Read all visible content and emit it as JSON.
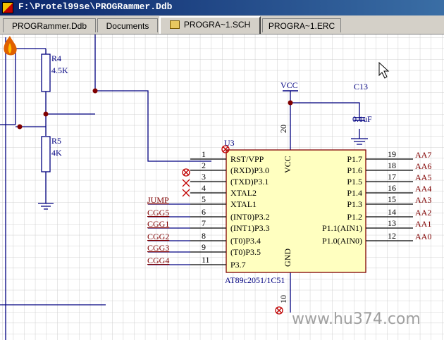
{
  "window": {
    "title": "F:\\Protel99se\\PROGRammer.Ddb"
  },
  "tabs": [
    {
      "label": "PROGRammer.Ddb",
      "active": false
    },
    {
      "label": "Documents",
      "active": false
    },
    {
      "label": "PROGRA~1.SCH",
      "active": true
    },
    {
      "label": "PROGRA~1.ERC",
      "active": false
    }
  ],
  "schematic": {
    "r4": {
      "ref": "R4",
      "value": "4.5K"
    },
    "r5": {
      "ref": "R5",
      "value": "4K"
    },
    "c13": {
      "ref": "C13",
      "value": "0.1uF"
    },
    "vcc_label": "VCC",
    "ic": {
      "ref": "U3",
      "part": "AT89c2051/1C51",
      "left_pins": [
        {
          "num": "1",
          "name": "RST/VPP"
        },
        {
          "num": "2",
          "name": "(RXD)P3.0"
        },
        {
          "num": "3",
          "name": "(TXD)P3.1"
        },
        {
          "num": "4",
          "name": "XTAL2"
        },
        {
          "num": "5",
          "name": "XTAL1"
        },
        {
          "num": "6",
          "name": "(INT0)P3.2"
        },
        {
          "num": "7",
          "name": "(INT1)P3.3"
        },
        {
          "num": "8",
          "name": "(T0)P3.4"
        },
        {
          "num": "9",
          "name": "(T0)P3.5"
        },
        {
          "num": "11",
          "name": "P3.7"
        }
      ],
      "right_pins": [
        {
          "num": "19",
          "name": "P1.7"
        },
        {
          "num": "18",
          "name": "P1.6"
        },
        {
          "num": "17",
          "name": "P1.5"
        },
        {
          "num": "16",
          "name": "P1.4"
        },
        {
          "num": "15",
          "name": "P1.3"
        },
        {
          "num": "14",
          "name": "P1.2"
        },
        {
          "num": "13",
          "name": "P1.1(AIN1)"
        },
        {
          "num": "12",
          "name": "P1.0(AIN0)"
        }
      ],
      "vcc_pin_num": "20",
      "vcc_pin_name": "VCC",
      "gnd_pin_num": "10",
      "gnd_pin_name": "GND"
    },
    "net_labels_left": [
      "JUMP",
      "CGG5",
      "CGG1",
      "CGG2",
      "CGG3",
      "CGG4"
    ],
    "net_labels_right": [
      "AA7",
      "AA6",
      "AA5",
      "AA4",
      "AA3",
      "AA2",
      "AA1",
      "AA0"
    ]
  },
  "watermark": "www.hu374.com",
  "colors": {
    "wire": "#000080",
    "component": "#000080",
    "ic_fill": "#ffffc0",
    "ic_border": "#800000",
    "net_label": "#800000",
    "grid": "#c8c8c8",
    "titlebar": "#0a246a"
  }
}
